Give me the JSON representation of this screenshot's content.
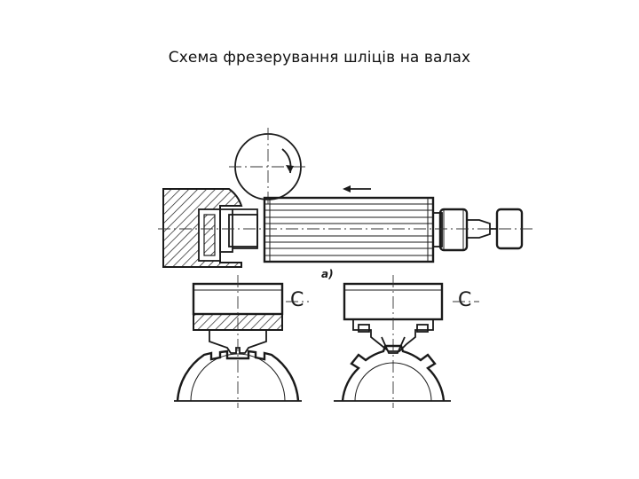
{
  "slide": {
    "title": "Схема фрезерування шліців на валах"
  },
  "diagram": {
    "label_a": "а)",
    "section_left_label": "C",
    "section_right_label": "C"
  },
  "icons": [
    "arrow-left-icon",
    "rotation-arrow-icon"
  ]
}
